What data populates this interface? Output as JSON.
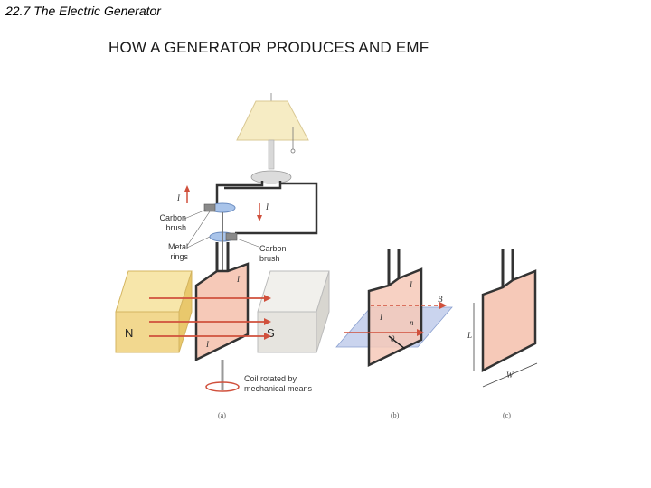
{
  "header": {
    "section": "22.7 The Electric Generator"
  },
  "slide": {
    "title": "HOW A GENERATOR PRODUCES AND EMF"
  },
  "figure": {
    "labels": {
      "carbon_brush_top": "Carbon brush",
      "metal_rings": "Metal rings",
      "carbon_brush_bottom": "Carbon brush",
      "coil_rotated": "Coil rotated by mechanical means",
      "north": "N",
      "south": "S"
    },
    "symbols": {
      "current": "I",
      "field": "B",
      "normal": "n",
      "angle": "θ",
      "length": "L",
      "width": "W"
    },
    "panels": {
      "a": "(a)",
      "b": "(b)",
      "c": "(c)"
    }
  },
  "colors": {
    "lamp_shade": "#f6ecc4",
    "magnet_n": "#f2d88f",
    "magnet_s": "#e6e4df",
    "coil_fill": "#f6c9b8",
    "field_arrow": "#d0503c",
    "plane": "#b8c6e8"
  }
}
